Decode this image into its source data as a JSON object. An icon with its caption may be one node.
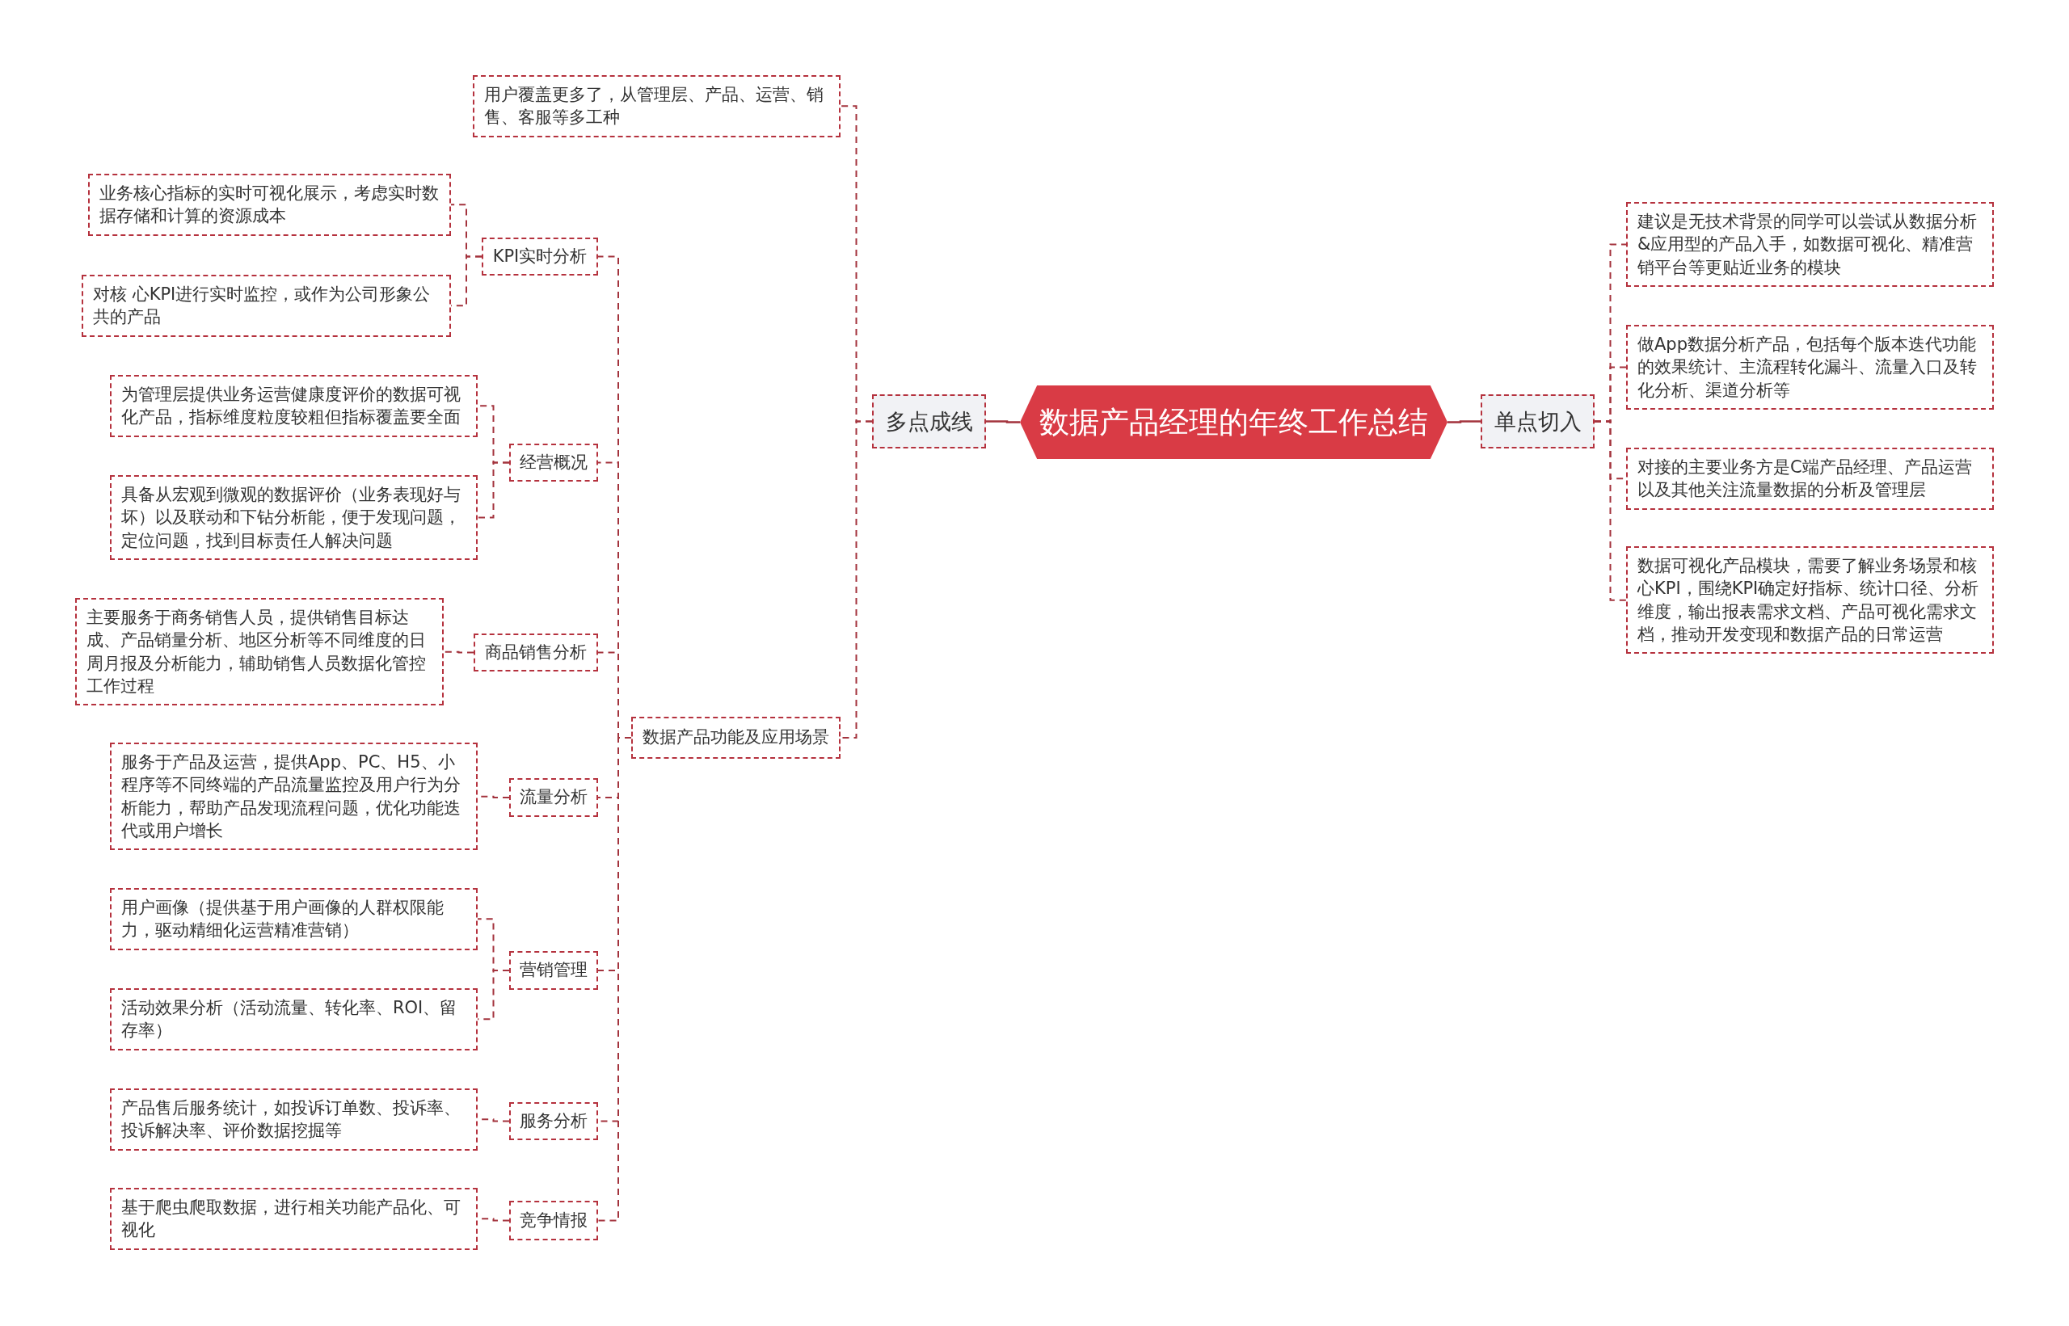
{
  "diagram": {
    "nodes": [
      {
        "text": [
          "数据产品经理的年终工作总结"
        ]
      },
      {
        "text": [
          "多点成线"
        ]
      },
      {
        "text": [
          "单点切入"
        ]
      },
      {
        "text": [
          "用户覆盖更多了，从管理层、产品、运营、销售、客服等多工种"
        ]
      },
      {
        "text": [
          "数据产品功能及应用场景"
        ]
      },
      {
        "text": [
          "KPI实时分析"
        ]
      },
      {
        "text": [
          "业务核心指标的实时可视化展示，考虑实时数据存储和计算的资源成本"
        ]
      },
      {
        "text": [
          "对核 心KPI进行实时监控，或作为公司形象公共的产品"
        ]
      },
      {
        "text": [
          "经营概况"
        ]
      },
      {
        "text": [
          "为管理层提供业务运营健康度评价的数据可视化产品，指标维度粒度较粗但指标覆盖要全面"
        ]
      },
      {
        "text": [
          "具备从宏观到微观的数据评价（业务表现好与坏）以及联动和下钻分析能，便于发现问题，定位问题，找到目标责任人解决问题"
        ]
      },
      {
        "text": [
          "商品销售分析"
        ]
      },
      {
        "text": [
          "主要服务于商务销售人员，提供销售目标达成、产品销量分析、地区分析等不同维度的日周月报及分析能力，辅助销售人员数据化管控工作过程"
        ]
      },
      {
        "text": [
          "流量分析"
        ]
      },
      {
        "text": [
          "服务于产品及运营，提供App、PC、H5、小程序等不同终端的产品流量监控及用户行为分析能力，帮助产品发现流程问题，优化功能迭代或用户增长"
        ]
      },
      {
        "text": [
          "营销管理"
        ]
      },
      {
        "text": [
          "用户画像（提供基于用户画像的人群权限能力，驱动精细化运营精准营销）"
        ]
      },
      {
        "text": [
          "活动效果分析（活动流量、转化率、ROI、留存率）"
        ]
      },
      {
        "text": [
          "服务分析"
        ]
      },
      {
        "text": [
          "产品售后服务统计，如投诉订单数、投诉率、投诉解决率、评价数据挖掘等"
        ]
      },
      {
        "text": [
          "竞争情报"
        ]
      },
      {
        "text": [
          "基于爬虫爬取数据，进行相关功能产品化、可视化"
        ]
      },
      {
        "text": [
          "建议是无技术背景的同学可以尝试从数据分析&应用型的产品入手，如数据可视化、精准营销平台等更贴近业务的模块"
        ]
      },
      {
        "text": [
          "做App数据分析产品，包括每个版本迭代功能的效果统计、主流程转化漏斗、流量入口及转化分析、渠道分析等"
        ]
      },
      {
        "text": [
          "对接的主要业务方是C端产品经理、产品运营以及其他关注流量数据的分析及管理层"
        ]
      },
      {
        "text": [
          "数据可视化产品模块，需要了解业务场景和核心KPI，围绕KPI确定好指标、统计口径、分析维度，输出报表需求文档、产品可视化需求文档，推动开发变现和数据产品的日常运营"
        ]
      }
    ],
    "edges": [
      {
        "from": 0,
        "to": 1,
        "arrow": "none"
      },
      {
        "from": 0,
        "to": 2,
        "arrow": "none"
      },
      {
        "from": 1,
        "to": 3,
        "arrow": "none",
        "style": "dashed"
      },
      {
        "from": 1,
        "to": 4,
        "arrow": "none",
        "style": "dashed"
      },
      {
        "from": 4,
        "to": 5,
        "arrow": "none",
        "style": "dashed"
      },
      {
        "from": 4,
        "to": 8,
        "arrow": "none",
        "style": "dashed"
      },
      {
        "from": 4,
        "to": 11,
        "arrow": "none",
        "style": "dashed"
      },
      {
        "from": 4,
        "to": 13,
        "arrow": "none",
        "style": "dashed"
      },
      {
        "from": 4,
        "to": 15,
        "arrow": "none",
        "style": "dashed"
      },
      {
        "from": 4,
        "to": 18,
        "arrow": "none",
        "style": "dashed"
      },
      {
        "from": 4,
        "to": 20,
        "arrow": "none",
        "style": "dashed"
      },
      {
        "from": 5,
        "to": 6,
        "arrow": "none",
        "style": "dashed"
      },
      {
        "from": 5,
        "to": 7,
        "arrow": "none",
        "style": "dashed"
      },
      {
        "from": 8,
        "to": 9,
        "arrow": "none",
        "style": "dashed"
      },
      {
        "from": 8,
        "to": 10,
        "arrow": "none",
        "style": "dashed"
      },
      {
        "from": 11,
        "to": 12,
        "arrow": "none",
        "style": "dashed"
      },
      {
        "from": 13,
        "to": 14,
        "arrow": "none",
        "style": "dashed"
      },
      {
        "from": 15,
        "to": 16,
        "arrow": "none",
        "style": "dashed"
      },
      {
        "from": 15,
        "to": 17,
        "arrow": "none",
        "style": "dashed"
      },
      {
        "from": 18,
        "to": 19,
        "arrow": "none",
        "style": "dashed"
      },
      {
        "from": 20,
        "to": 21,
        "arrow": "none",
        "style": "dashed"
      },
      {
        "from": 2,
        "to": 22,
        "arrow": "none",
        "style": "dashed"
      },
      {
        "from": 2,
        "to": 23,
        "arrow": "none",
        "style": "dashed"
      },
      {
        "from": 2,
        "to": 24,
        "arrow": "none",
        "style": "dashed"
      },
      {
        "from": 2,
        "to": 25,
        "arrow": "none",
        "style": "dashed"
      }
    ]
  }
}
